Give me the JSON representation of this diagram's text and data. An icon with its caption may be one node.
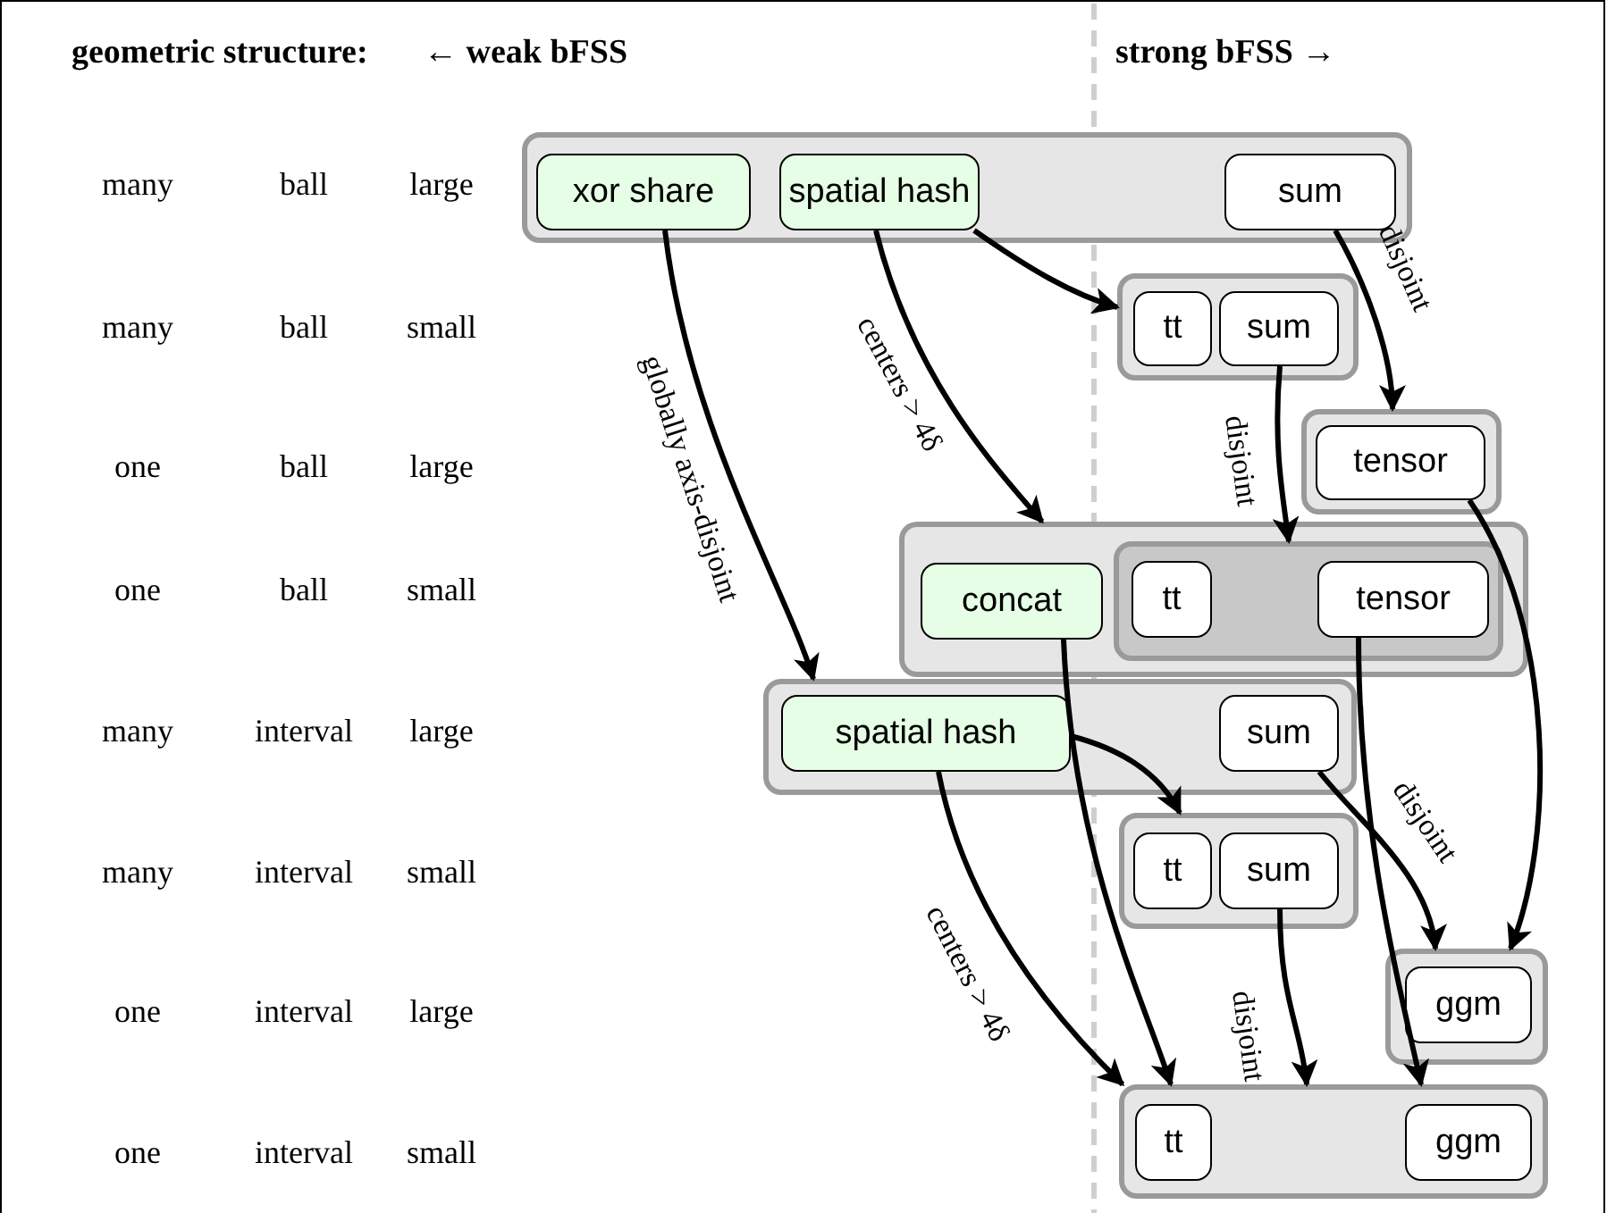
{
  "diagram": {
    "nodes": [
      {
        "text": [],
        "shape": "box"
      },
      {
        "text": [
          "xor share"
        ],
        "in": 0
      },
      {
        "text": [
          "spatial hash"
        ],
        "in": 0
      },
      {
        "text": [
          "sum"
        ],
        "in": 0
      },
      {
        "text": [],
        "shape": "box"
      },
      {
        "text": [
          "tt"
        ],
        "in": 4
      },
      {
        "text": [
          "sum"
        ],
        "in": 4
      },
      {
        "text": [],
        "shape": "box"
      },
      {
        "text": [
          "tensor"
        ],
        "in": 7
      },
      {
        "text": [],
        "shape": "box"
      },
      {
        "text": [
          "concat"
        ],
        "in": 9
      },
      {
        "text": [],
        "shape": "box",
        "in": 9
      },
      {
        "text": [
          "tt"
        ],
        "in": 11
      },
      {
        "text": [
          "tensor"
        ],
        "in": 11
      },
      {
        "text": [],
        "shape": "box"
      },
      {
        "text": [
          "spatial hash"
        ],
        "in": 14
      },
      {
        "text": [
          "sum"
        ],
        "in": 14
      },
      {
        "text": [],
        "shape": "box"
      },
      {
        "text": [
          "tt"
        ],
        "in": 17
      },
      {
        "text": [
          "sum"
        ],
        "in": 17
      },
      {
        "text": [],
        "shape": "box"
      },
      {
        "text": [
          "ggm"
        ],
        "in": 20
      },
      {
        "text": [],
        "shape": "box"
      },
      {
        "text": [
          "tt"
        ],
        "in": 22
      },
      {
        "text": [
          "ggm"
        ],
        "in": 22
      }
    ],
    "edges": [
      {
        "from": 1,
        "to": 14,
        "arrow": "to",
        "label": "globally axis-disjoint"
      },
      {
        "from": 2,
        "to": 9,
        "arrow": "to",
        "label": "centers > 4δ"
      },
      {
        "from": 2,
        "to": 4,
        "arrow": "to"
      },
      {
        "from": 3,
        "to": 7,
        "arrow": "to",
        "label": "disjoint"
      },
      {
        "from": 6,
        "to": 11,
        "arrow": "to",
        "label": "disjoint"
      },
      {
        "from": 8,
        "to": 20,
        "arrow": "to"
      },
      {
        "from": 10,
        "to": 22,
        "arrow": "to"
      },
      {
        "from": 13,
        "to": 22,
        "arrow": "to"
      },
      {
        "from": 15,
        "to": 17,
        "arrow": "to"
      },
      {
        "from": 15,
        "to": 22,
        "arrow": "to",
        "label": "centers > 4δ"
      },
      {
        "from": 16,
        "to": 20,
        "arrow": "to",
        "label": "disjoint"
      },
      {
        "from": 19,
        "to": 22,
        "arrow": "to",
        "label": "disjoint"
      }
    ],
    "labels": [
      "geometric structure:",
      "← **weak bFSS**",
      "**strong bFSS** →",
      "many",
      "ball",
      "large",
      "many",
      "ball",
      "small",
      "one",
      "ball",
      "large",
      "one",
      "ball",
      "small",
      "many",
      "interval",
      "large",
      "many",
      "interval",
      "small",
      "one",
      "interval",
      "large",
      "one",
      "interval",
      "small"
    ]
  }
}
